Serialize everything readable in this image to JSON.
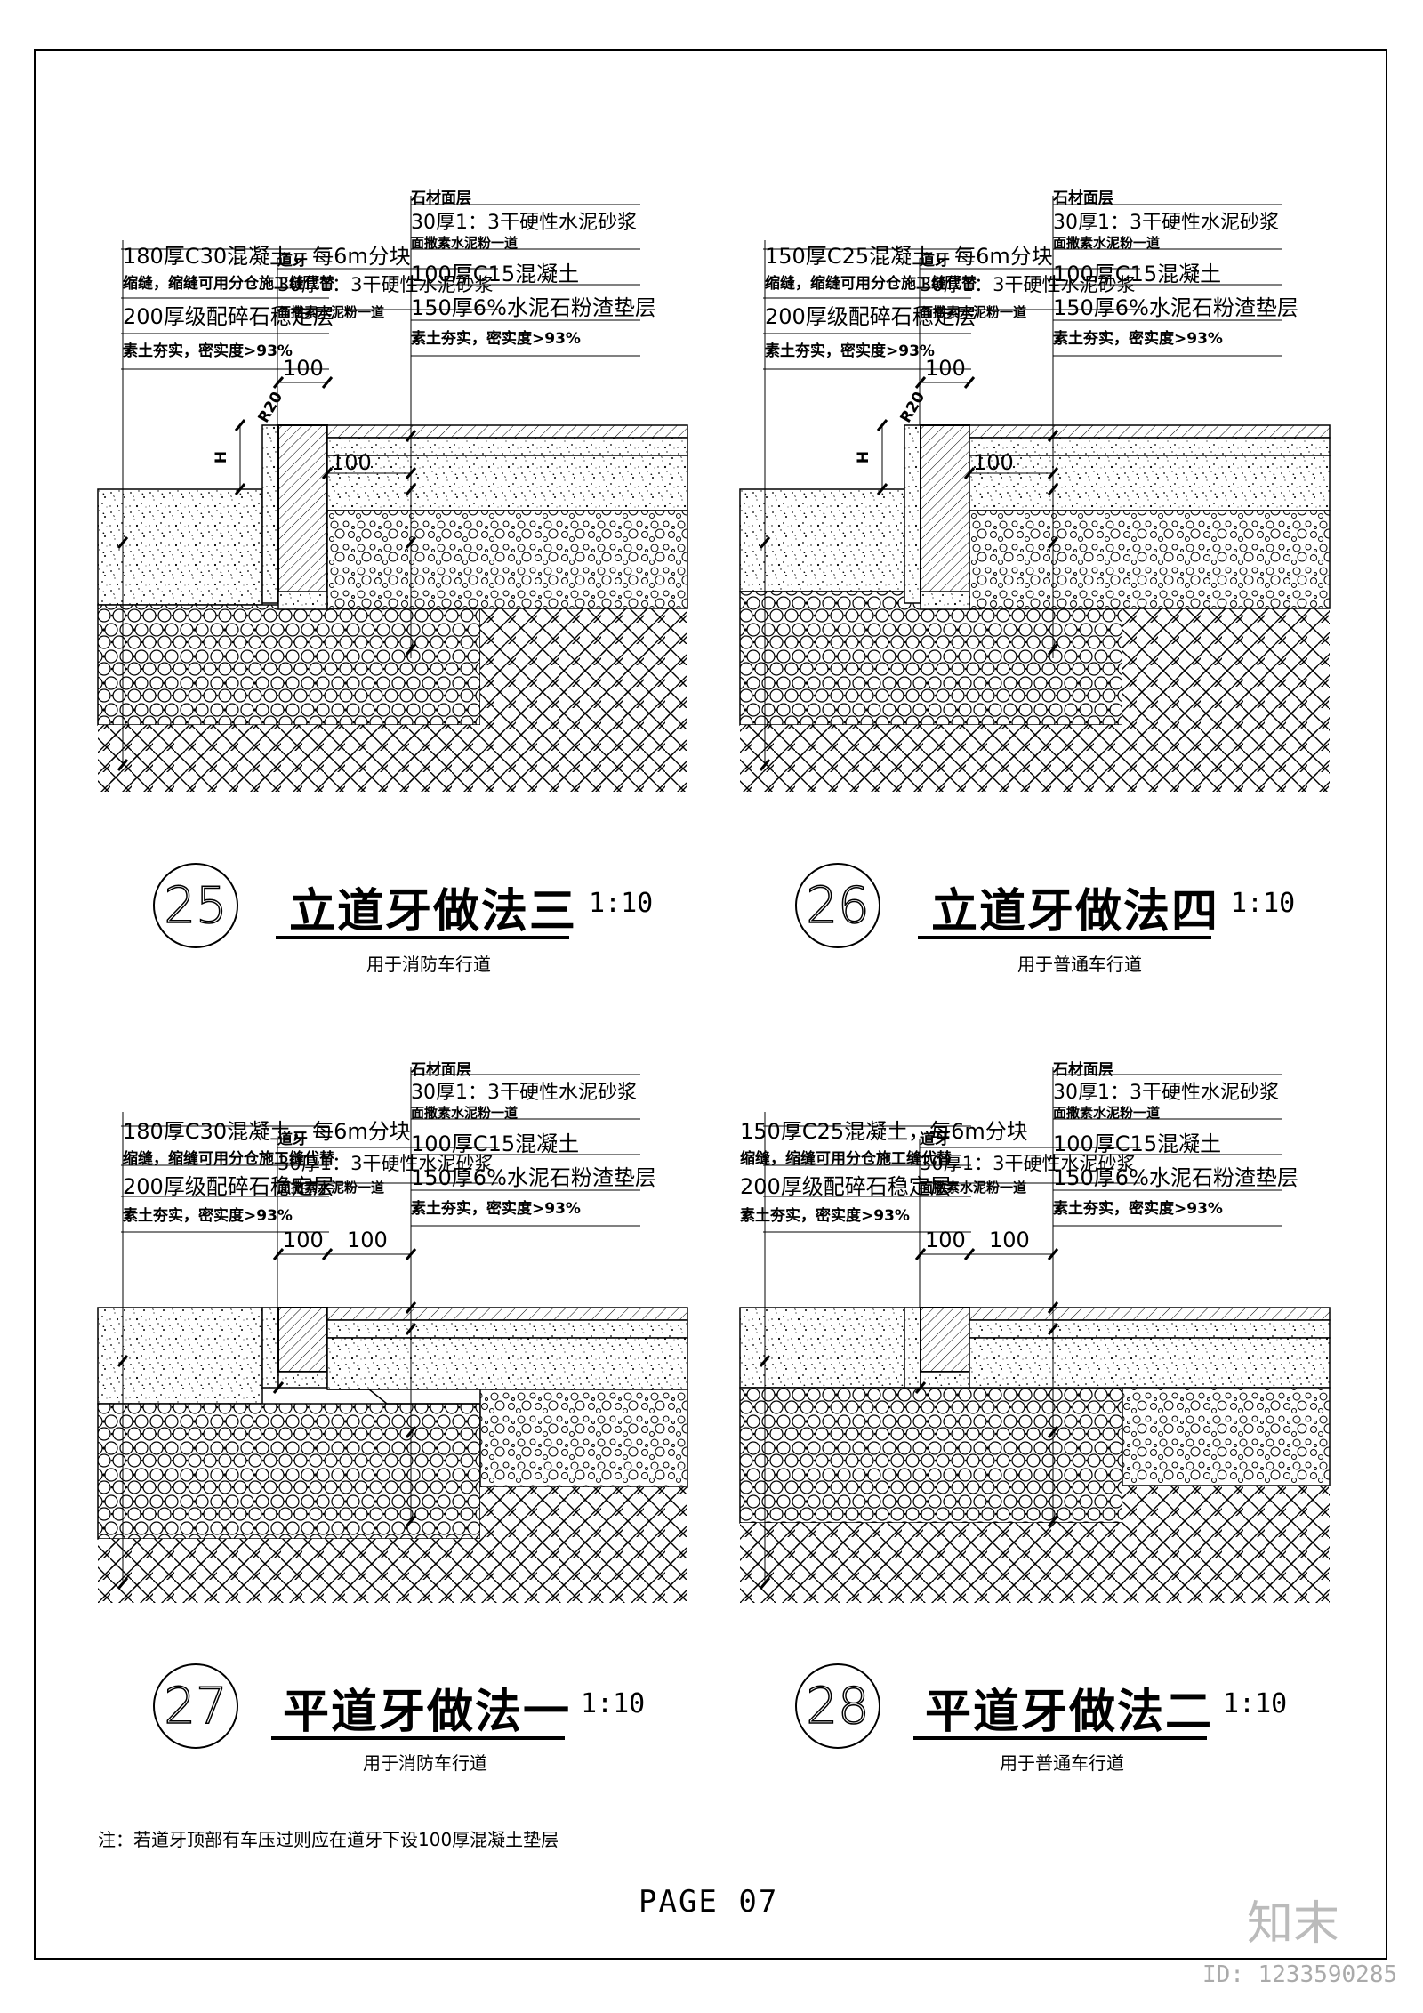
{
  "details": [
    {
      "id": "d25",
      "number": "25",
      "title": "立道牙做法三",
      "scale": "1:10",
      "subtitle": "用于消防车行道",
      "left_labels": [
        "180厚C30混凝土，每6m分块",
        "缩缝，缩缝可用分仓施工缝代替",
        "200厚级配碎石稳定层",
        "素土夯实，密实度>93%"
      ],
      "curb_labels": [
        "道牙",
        "30厚1：3干硬性水泥砂浆",
        "面撒素水泥粉一道"
      ],
      "right_labels": [
        "石材面层",
        "30厚1：3干硬性水泥砂浆",
        "面撒素水泥粉一道",
        "100厚C15混凝土",
        "150厚6%水泥石粉渣垫层",
        "素土夯实，密实度>93%"
      ],
      "dims": [
        "100",
        "100",
        "R20",
        "H"
      ],
      "variant": "raised",
      "left_base": "gravel"
    },
    {
      "id": "d26",
      "number": "26",
      "title": "立道牙做法四",
      "scale": "1:10",
      "subtitle": "用于普通车行道",
      "left_labels": [
        "150厚C25混凝土，每6m分块",
        "缩缝，缩缝可用分仓施工缝代替",
        "200厚级配碎石稳定层",
        "素土夯实，密实度>93%"
      ],
      "curb_labels": [
        "道牙",
        "30厚1：3干硬性水泥砂浆",
        "面撒素水泥粉一道"
      ],
      "right_labels": [
        "石材面层",
        "30厚1：3干硬性水泥砂浆",
        "面撒素水泥粉一道",
        "100厚C15混凝土",
        "150厚6%水泥石粉渣垫层",
        "素土夯实，密实度>93%"
      ],
      "dims": [
        "100",
        "100",
        "R20",
        "H"
      ],
      "variant": "raised",
      "left_base": "gravel"
    },
    {
      "id": "d27",
      "number": "27",
      "title": "平道牙做法一",
      "scale": "1:10",
      "subtitle": "用于消防车行道",
      "left_labels": [
        "180厚C30混凝土，每6m分块",
        "缩缝，缩缝可用分仓施工缝代替",
        "200厚级配碎石稳定层",
        "素土夯实，密实度>93%"
      ],
      "curb_labels": [
        "道牙",
        "30厚1：3干硬性水泥砂浆",
        "面撒素水泥粉一道"
      ],
      "right_labels": [
        "石材面层",
        "30厚1：3干硬性水泥砂浆",
        "面撒素水泥粉一道",
        "100厚C15混凝土",
        "150厚6%水泥石粉渣垫层",
        "素土夯实，密实度>93%"
      ],
      "dims": [
        "100",
        "100"
      ],
      "variant": "flush",
      "left_base": "gravel"
    },
    {
      "id": "d28",
      "number": "28",
      "title": "平道牙做法二",
      "scale": "1:10",
      "subtitle": "用于普通车行道",
      "left_labels": [
        "150厚C25混凝土，每6m分块",
        "缩缝，缩缝可用分仓施工缝代替",
        "200厚级配碎石稳定层",
        "素土夯实，密实度>93%"
      ],
      "curb_labels": [
        "道牙",
        "30厚1：3干硬性水泥砂浆",
        "面撒素水泥粉一道"
      ],
      "right_labels": [
        "石材面层",
        "30厚1：3干硬性水泥砂浆",
        "面撒素水泥粉一道",
        "100厚C15混凝土",
        "150厚6%水泥石粉渣垫层",
        "素土夯实，密实度>93%"
      ],
      "dims": [
        "100",
        "100"
      ],
      "variant": "flush",
      "left_base": "gravel"
    }
  ],
  "note": "注：若道牙顶部有车压过则应在道牙下设100厚混凝土垫层",
  "page_label": "PAGE 07",
  "brand": "知末",
  "image_id": "ID: 1233590285"
}
